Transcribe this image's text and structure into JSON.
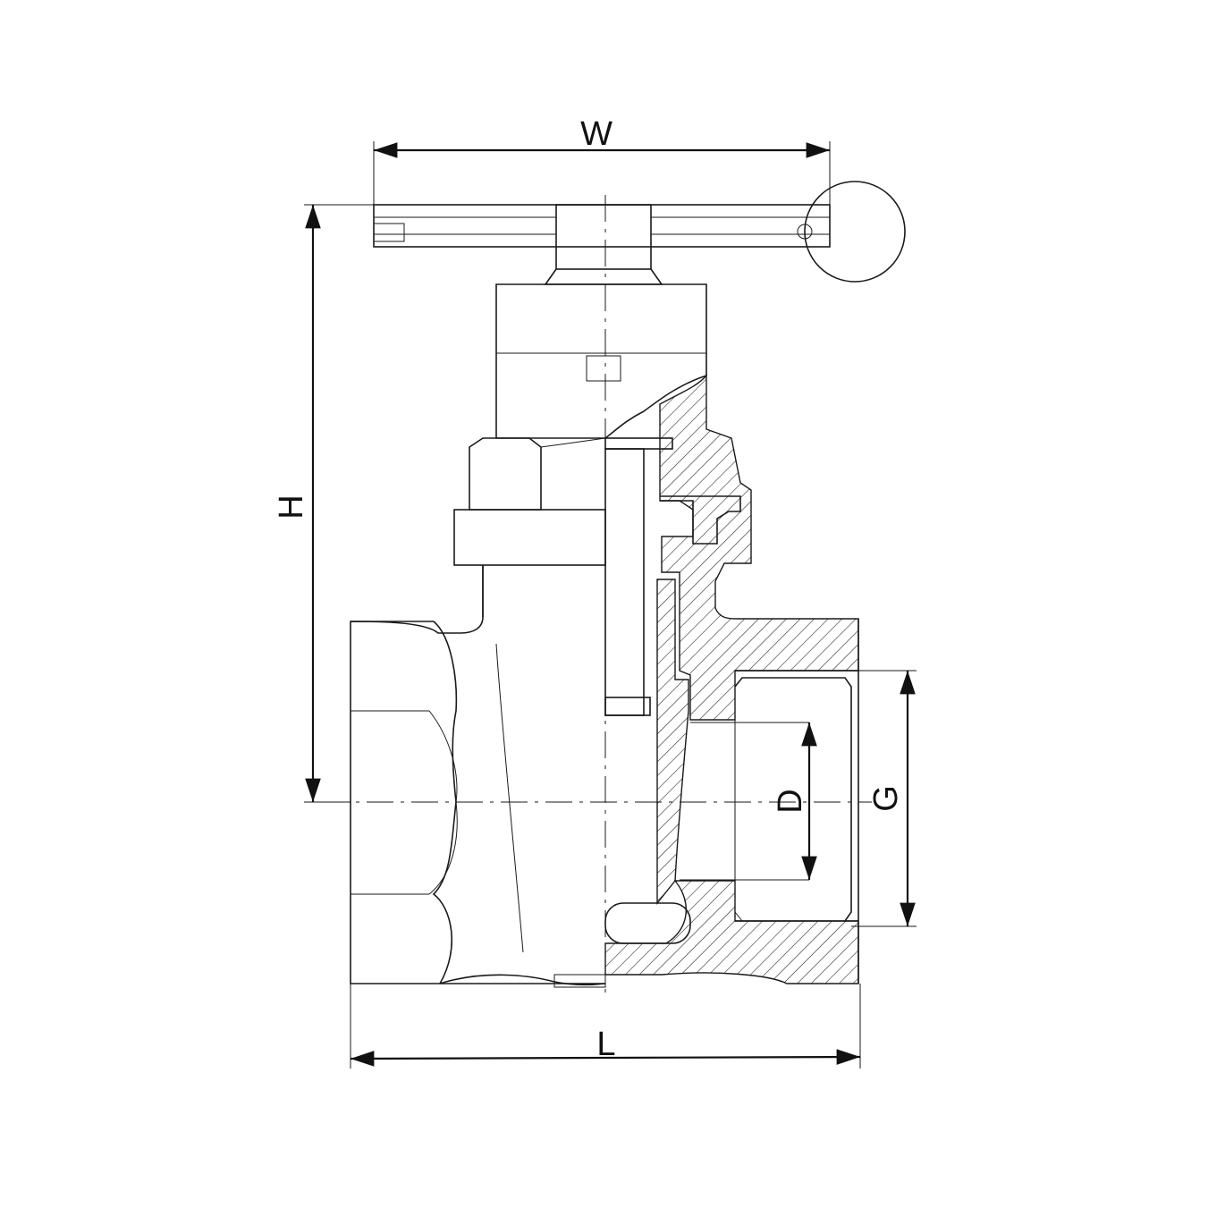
{
  "dimensions": {
    "width_label": "W",
    "height_label": "H",
    "length_label": "L",
    "bore_label": "D",
    "thread_label": "G"
  },
  "colors": {
    "line": "#1a1a1a",
    "background": "#ffffff"
  }
}
